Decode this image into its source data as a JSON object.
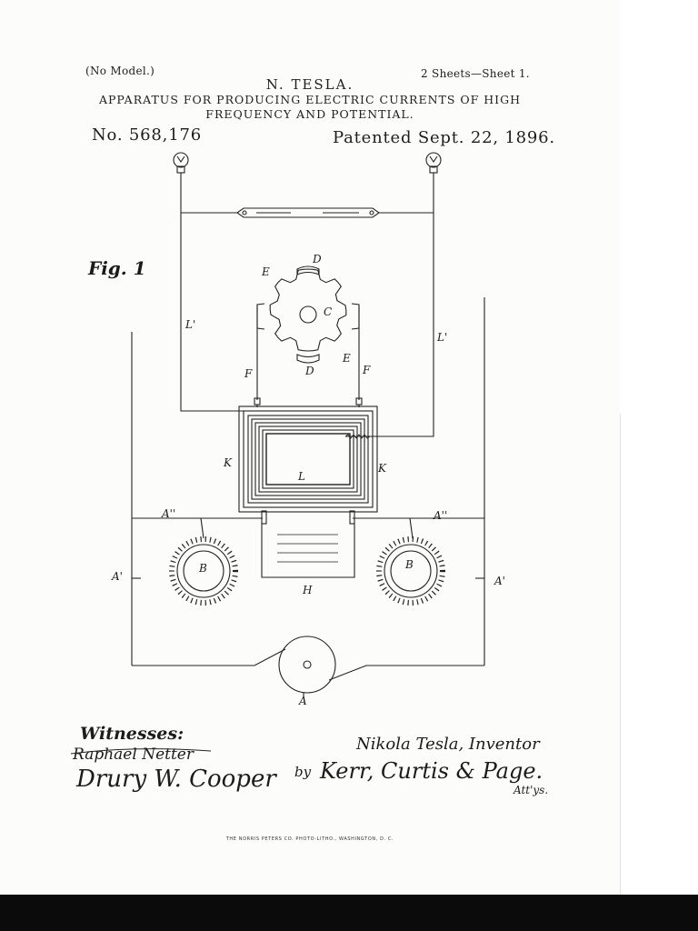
{
  "header": {
    "no_model": "(No Model.)",
    "sheets": "2 Sheets—Sheet 1.",
    "inventor": "N. TESLA.",
    "title_line1": "APPARATUS FOR PRODUCING ELECTRIC CURRENTS OF HIGH",
    "title_line2": "FREQUENCY AND POTENTIAL.",
    "patent_number": "No. 568,176",
    "patented_date": "Patented Sept. 22, 1896."
  },
  "figure": {
    "title": "Fig. 1",
    "labels": {
      "D_top": "D",
      "E_top": "E",
      "C": "C",
      "D_bottom": "D",
      "E_bottom": "E",
      "L_left": "L'",
      "L_right": "L'",
      "F_left": "F",
      "F_right": "F",
      "K_left": "K",
      "K_right": "K",
      "L_center": "L",
      "A2_left": "A''",
      "A2_right": "A''",
      "A1_left": "A'",
      "A1_right": "A'",
      "B_left": "B",
      "B_right": "B",
      "H": "H",
      "A": "A"
    }
  },
  "signatures": {
    "witnesses_label": "Witnesses:",
    "witness_1": "Raphael Netter",
    "witness_2": "Drury W. Cooper",
    "inventor_signature": "Nikola Tesla, Inventor",
    "by": "by",
    "attorneys": "Kerr, Curtis & Page.",
    "attys_label": "Att'ys."
  },
  "imprint": "THE NORRIS PETERS CO. PHOTO-LITHO., WASHINGTON, D. C."
}
